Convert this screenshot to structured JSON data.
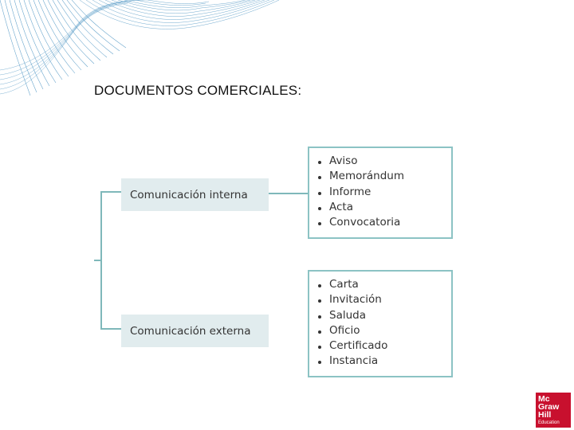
{
  "slide": {
    "title": "DOCUMENTOS COMERCIALES:"
  },
  "diagram": {
    "groups": [
      {
        "label": "Comunicación interna",
        "items": [
          "Aviso",
          "Memorándum",
          "Informe",
          "Acta",
          "Convocatoria"
        ]
      },
      {
        "label": "Comunicación externa",
        "items": [
          "Carta",
          "Invitación",
          "Saluda",
          "Oficio",
          "Certificado",
          "Instancia"
        ]
      }
    ]
  },
  "logo": {
    "line1": "Mc",
    "line2": "Graw",
    "line3": "Hill",
    "line4": "Education"
  },
  "colors": {
    "connector": "#7fb8ba",
    "box_border": "#8cc3c4",
    "label_fill": "#e1ecee",
    "logo": "#c8102e",
    "wave": "#3d8bbd"
  },
  "icons": {
    "decoration": "wave-lines-graphic",
    "brand": "mcgraw-hill-logo"
  }
}
